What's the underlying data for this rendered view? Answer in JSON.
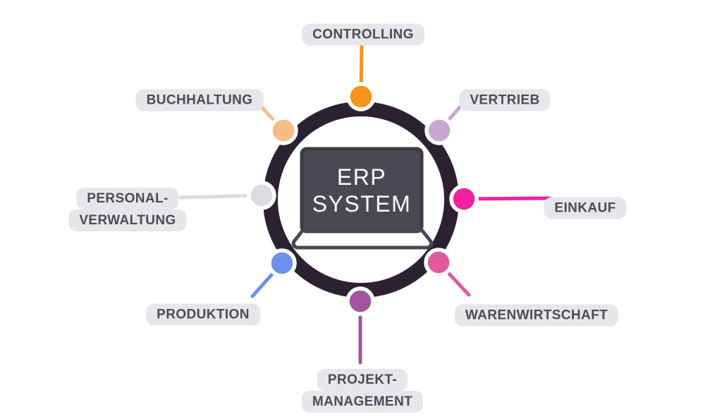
{
  "center": {
    "label": "ERP\nSYSTEM"
  },
  "theme": {
    "background": "#FFFFFF",
    "ring": "#2C2132",
    "labelBg": "#E7E6EA",
    "labelText": "#4E4A56",
    "screenFill": "#4B4854",
    "screenFrame": "#3D3A45",
    "baseStroke": "#4A4752",
    "screenText": "#FFFFFF"
  },
  "modules": [
    {
      "id": "controlling",
      "label": "CONTROLLING",
      "color": "#F7931E"
    },
    {
      "id": "vertrieb",
      "label": "VERTRIEB",
      "color": "#C9A6D1"
    },
    {
      "id": "einkauf",
      "label": "EINKAUF",
      "color": "#F4219E"
    },
    {
      "id": "warenwirtschaft",
      "label": "WARENWIRTSCHAFT",
      "color": "#E05A9C"
    },
    {
      "id": "projekt-management",
      "label": "PROJEKT-\nMANAGEMENT",
      "color": "#A4539F"
    },
    {
      "id": "produktion",
      "label": "PRODUKTION",
      "color": "#6B91E8"
    },
    {
      "id": "personal-verwaltung",
      "label": "PERSONAL-\nVERWALTUNG",
      "color": "#DDDBE0"
    },
    {
      "id": "buchhaltung",
      "label": "BUCHHALTUNG",
      "color": "#F9BC85"
    }
  ]
}
